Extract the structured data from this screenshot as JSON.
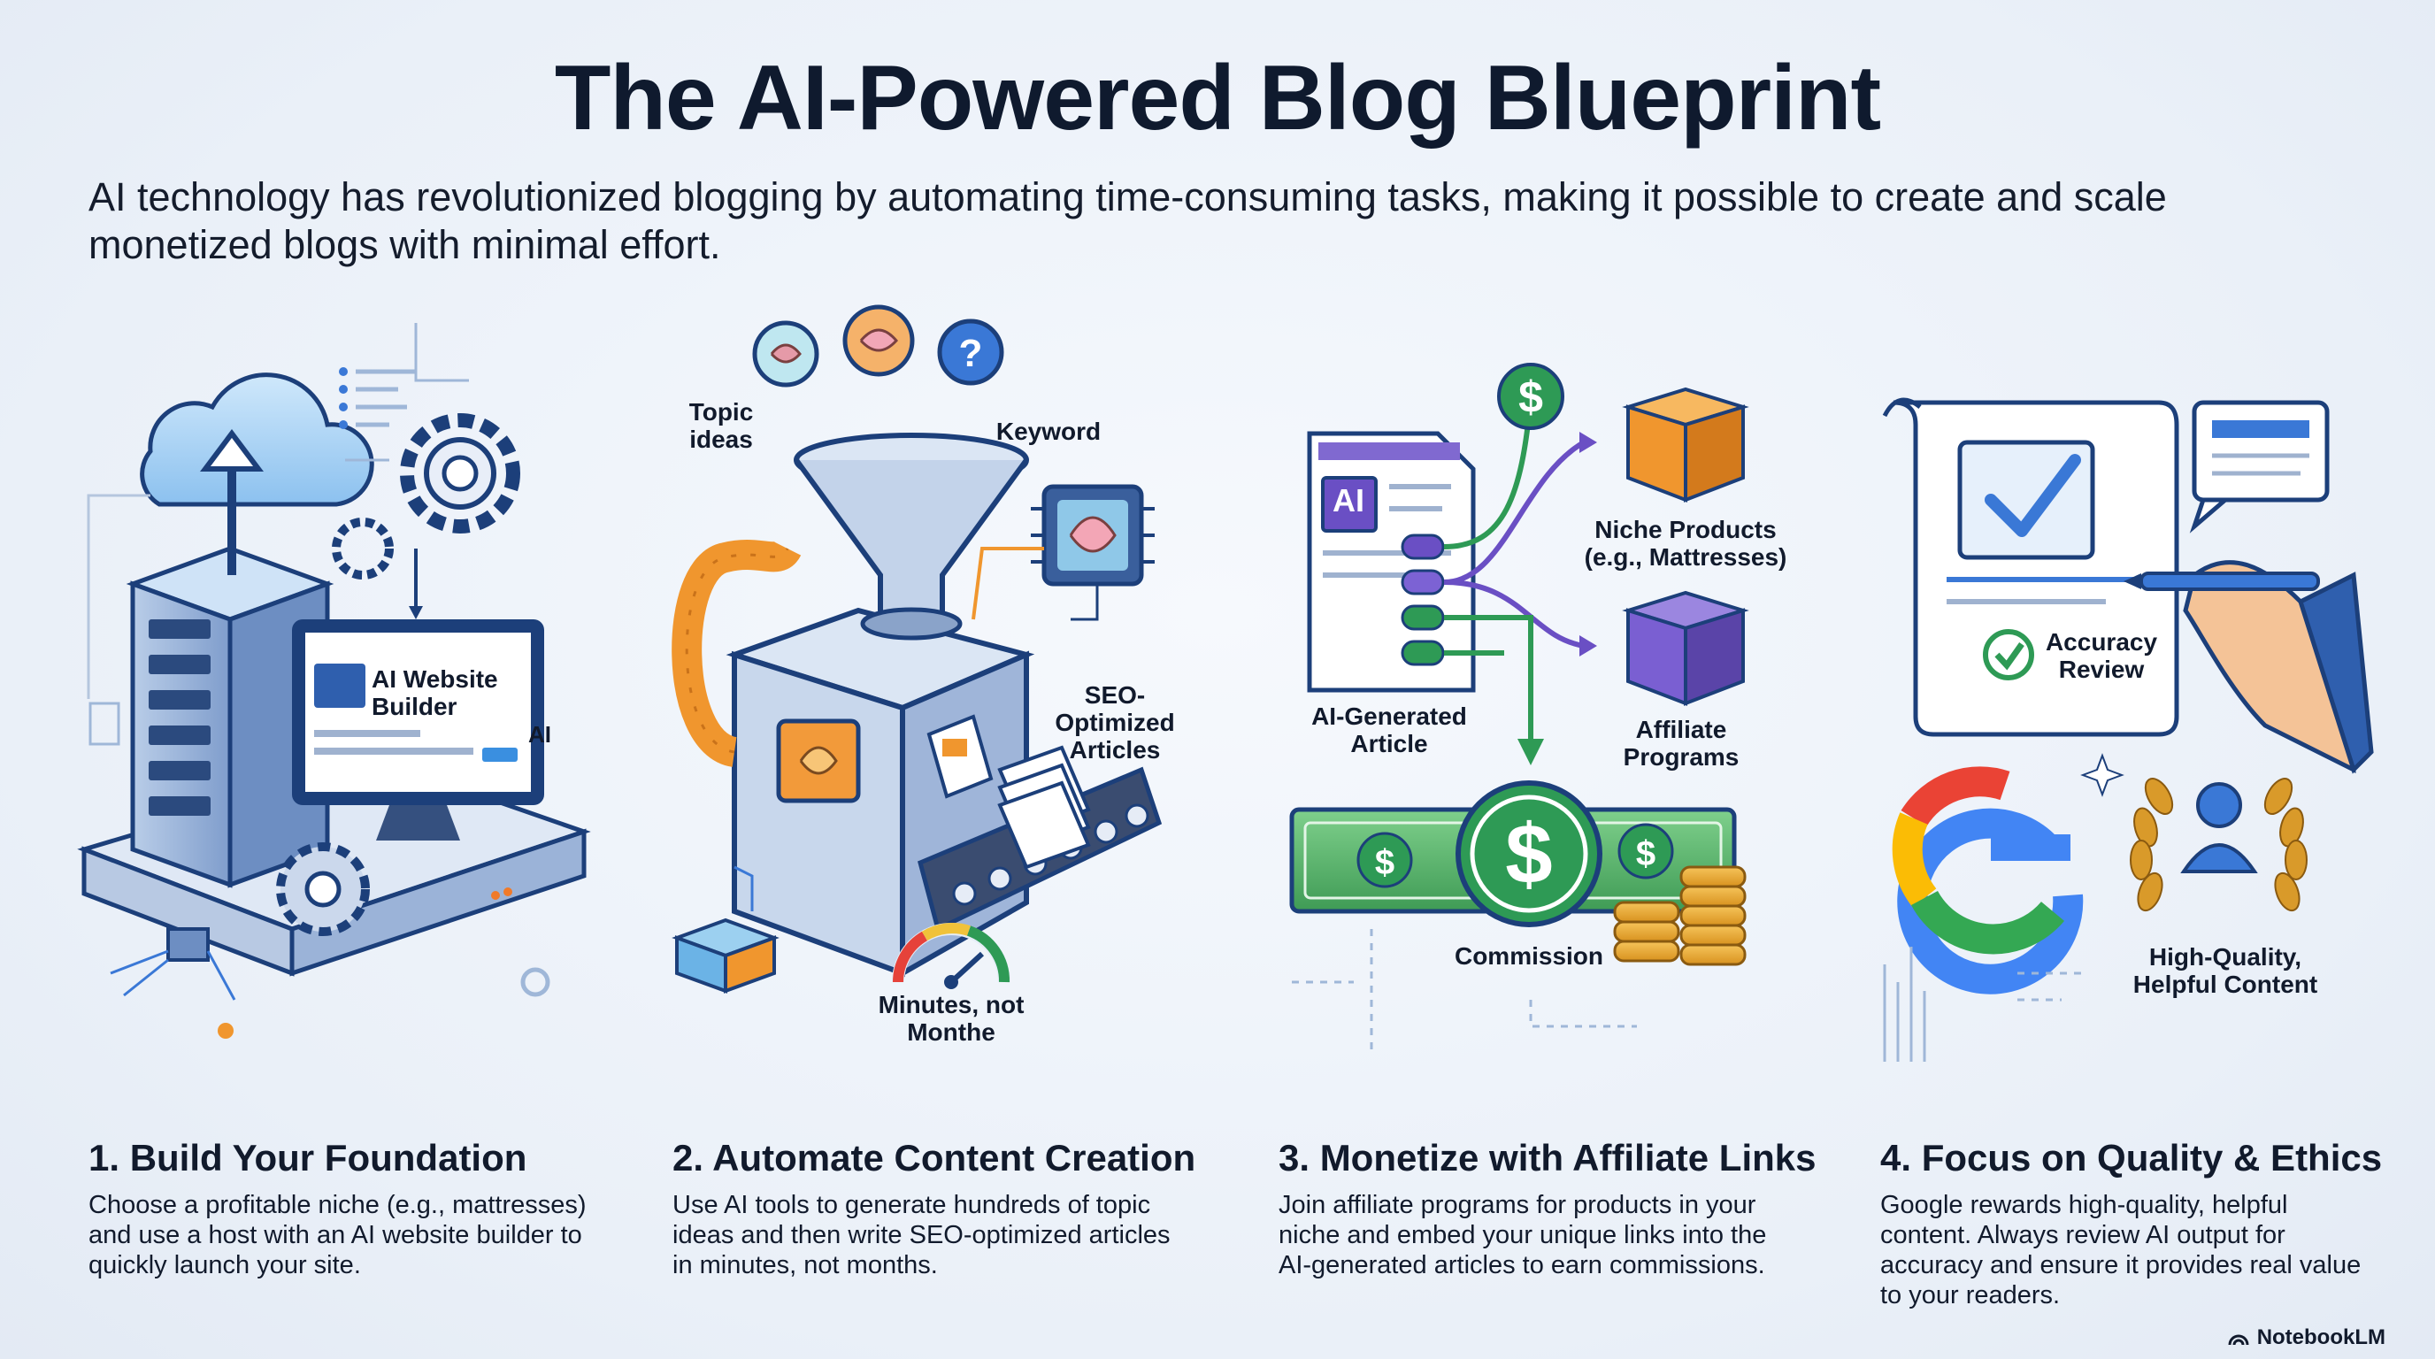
{
  "title": "The AI-Powered Blog Blueprint",
  "subtitle": "AI technology has revolutionized blogging by automating time-consuming tasks, making it possible to create and scale monetized blogs with minimal effort.",
  "panels": [
    {
      "icon": "server-cloud-icon",
      "labels": {
        "ai_badge": "AI",
        "builder": "AI Website\nBuilder"
      },
      "title": "1. Build Your Foundation",
      "description": "Choose a profitable niche (e.g., mattresses) and use a host with an AI website builder to quickly launch your site."
    },
    {
      "icon": "content-funnel-icon",
      "labels": {
        "topic": "Topic\nideas",
        "keyword": "Keyword",
        "seo": "SEO-\nOptimized\nArticles",
        "speed": "Minutes, not\nMonthe"
      },
      "title": "2. Automate Content Creation",
      "description": "Use AI tools to generate hundreds of topic ideas and then write SEO-optimized articles in minutes, not months."
    },
    {
      "icon": "affiliate-money-icon",
      "labels": {
        "ai_badge": "AI",
        "article": "AI-Generated\nArticle",
        "niche": "Niche Products\n(e.g., Mattresses)",
        "affiliate": "Affiliate\nPrograms",
        "commission": "Commission"
      },
      "title": "3. Monetize with Affiliate Links",
      "description": "Join affiliate programs for products in your niche and embed your unique links into the AI-generated articles to earn commissions."
    },
    {
      "icon": "quality-review-icon",
      "labels": {
        "accuracy": "Accuracy\nReview",
        "quality": "High-Quality,\nHelpful Content"
      },
      "title": "4. Focus on Quality & Ethics",
      "description": "Google rewards high-quality, helpful content. Always review AI output for accuracy and ensure it provides real value to your readers."
    }
  ],
  "brand": "NotebookLM",
  "colors": {
    "navy": "#1c3f7a",
    "blue": "#3a78d6",
    "green": "#2e9a55",
    "purple": "#6a4fc4",
    "orange": "#f0962e"
  }
}
